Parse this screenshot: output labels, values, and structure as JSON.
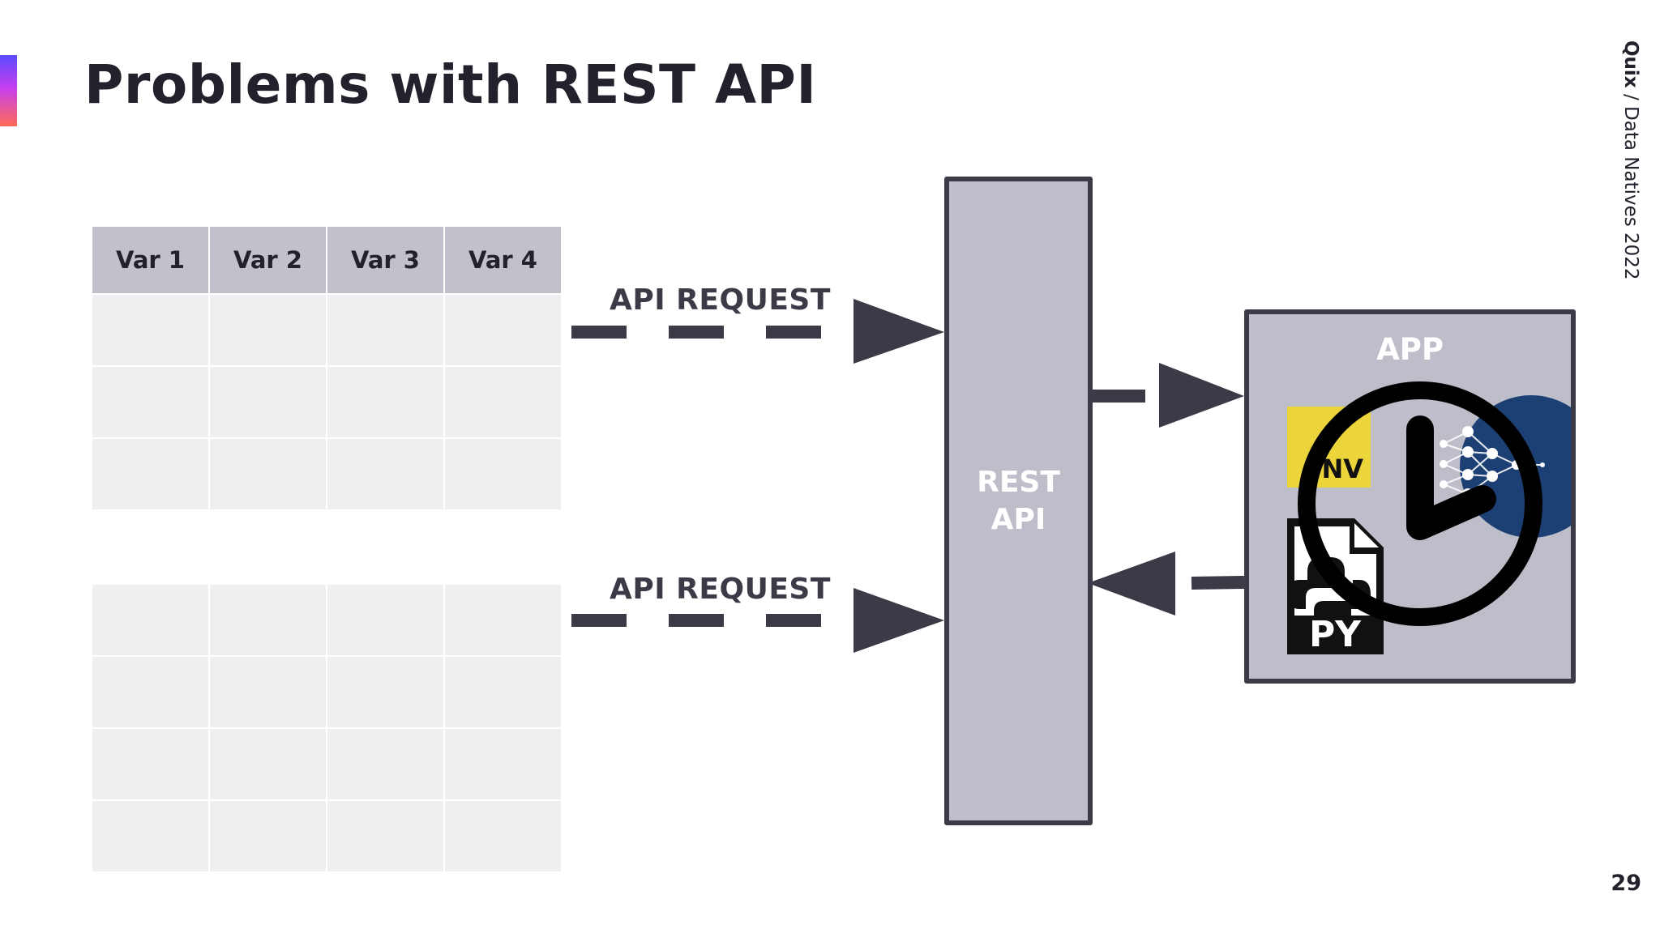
{
  "slide": {
    "title": "Problems with REST API",
    "side_label_brand": "Quix",
    "side_label_rest": " / Data Natives 2022",
    "page_number": "29"
  },
  "table_top": {
    "headers": [
      "Var 1",
      "Var 2",
      "Var 3",
      "Var 4"
    ],
    "empty_rows": 3
  },
  "table_bottom": {
    "empty_rows": 4
  },
  "arrows": {
    "request_label_top": "API REQUEST",
    "request_label_bottom": "API REQUEST"
  },
  "rest_api": {
    "line1": "REST",
    "line2": "API"
  },
  "app": {
    "title": "APP",
    "env_badge_text": "NV",
    "python_file_text": "PY",
    "icons": [
      "env-file-icon",
      "neural-network-icon",
      "python-file-icon",
      "clock-icon"
    ]
  },
  "colors": {
    "dark": "#3b3b47",
    "box_fill": "#bdbec9",
    "table_header": "#c0c1ca",
    "table_cell": "#efeff2",
    "env_yellow": "#ecd53a",
    "ml_blue": "#1c3f74"
  }
}
